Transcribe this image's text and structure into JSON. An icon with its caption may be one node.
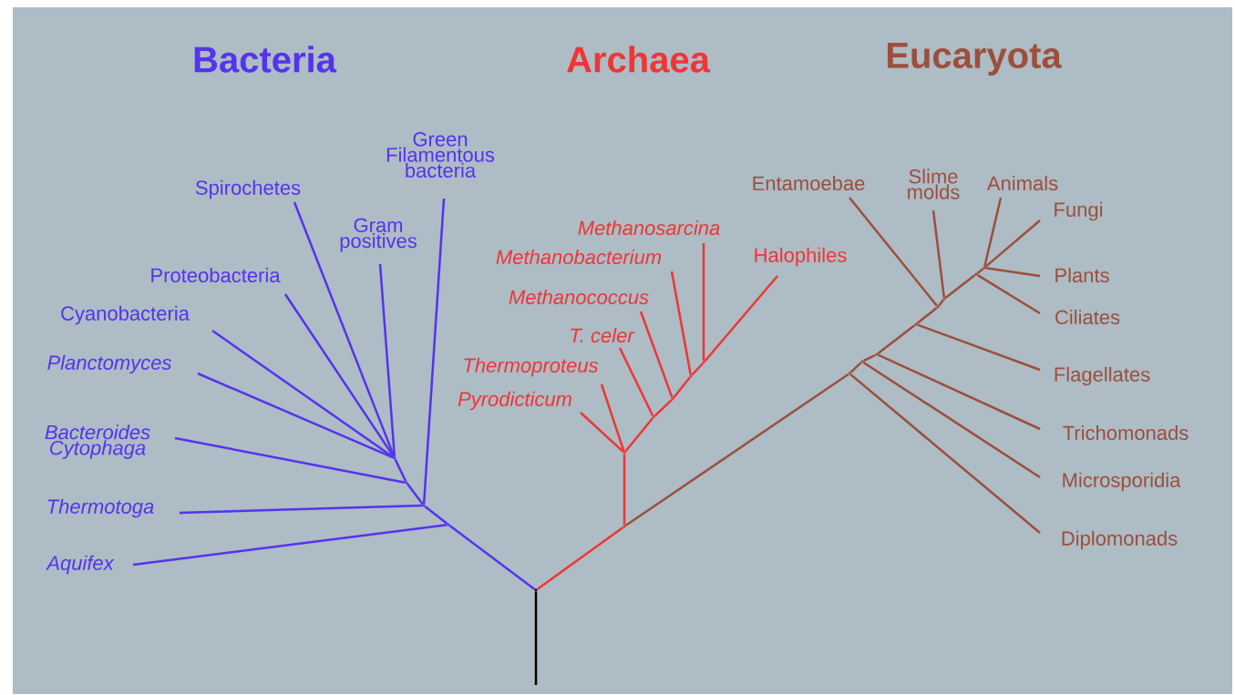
{
  "diagram": {
    "nodes": [
      {
        "text": [
          "Green Filamentous bacteria"
        ]
      },
      {
        "text": [
          "Spirochetes"
        ]
      },
      {
        "text": [
          "Gram positives"
        ]
      },
      {
        "text": [
          "Proteobacteria"
        ]
      },
      {
        "text": [
          "Cyanobacteria"
        ]
      },
      {
        "text": [
          "Planctomyces"
        ]
      },
      {
        "text": [
          "Bacteroides Cytophaga"
        ]
      },
      {
        "text": [
          "Thermotoga"
        ]
      },
      {
        "text": [
          "Aquifex"
        ]
      },
      {
        "text": [
          "Methanosarcina"
        ]
      },
      {
        "text": [
          "Methanobacterium"
        ]
      },
      {
        "text": [
          "Halophiles"
        ]
      },
      {
        "text": [
          "Methanococcus"
        ]
      },
      {
        "text": [
          "T. celer"
        ]
      },
      {
        "text": [
          "Thermoproteus"
        ]
      },
      {
        "text": [
          "Pyrodicticum"
        ]
      },
      {
        "text": [
          "Entamoebae"
        ]
      },
      {
        "text": [
          "Slime molds"
        ]
      },
      {
        "text": [
          "Animals"
        ]
      },
      {
        "text": [
          "Fungi"
        ]
      },
      {
        "text": [
          "Plants"
        ]
      },
      {
        "text": [
          "Ciliates"
        ]
      },
      {
        "text": [
          "Flagellates"
        ]
      },
      {
        "text": [
          "Trichomonads"
        ]
      },
      {
        "text": [
          "Microsporidia"
        ]
      },
      {
        "text": [
          "Diplomonads"
        ]
      },
      {
        "text": [],
        "shape": "dot"
      },
      {
        "text": [],
        "shape": "dot"
      },
      {
        "text": [],
        "shape": "dot"
      },
      {
        "text": [],
        "shape": "dot"
      },
      {
        "text": [],
        "shape": "dot"
      },
      {
        "text": [],
        "shape": "dot"
      },
      {
        "text": [],
        "shape": "dot"
      },
      {
        "text": [],
        "shape": "dot"
      },
      {
        "text": [],
        "shape": "dot"
      },
      {
        "text": [],
        "shape": "dot"
      },
      {
        "text": [],
        "shape": "dot"
      },
      {
        "text": [],
        "shape": "dot"
      },
      {
        "text": [],
        "shape": "dot"
      },
      {
        "text": [],
        "shape": "dot"
      },
      {
        "text": [],
        "shape": "dot"
      },
      {
        "text": [],
        "shape": "dot"
      },
      {
        "text": [],
        "shape": "dot"
      },
      {
        "text": [],
        "shape": "dot"
      },
      {
        "text": [],
        "shape": "dot"
      }
    ],
    "edges": [
      {
        "from": 26,
        "to": 27,
        "arrow": "none",
        "color": "#5533ee"
      },
      {
        "from": 27,
        "to": 8,
        "arrow": "none",
        "color": "#5533ee"
      },
      {
        "from": 27,
        "to": 28,
        "arrow": "none",
        "color": "#5533ee"
      },
      {
        "from": 28,
        "to": 7,
        "arrow": "none",
        "color": "#5533ee"
      },
      {
        "from": 28,
        "to": 0,
        "arrow": "none",
        "color": "#5533ee"
      },
      {
        "from": 28,
        "to": 29,
        "arrow": "none",
        "color": "#5533ee"
      },
      {
        "from": 29,
        "to": 6,
        "arrow": "none",
        "color": "#5533ee"
      },
      {
        "from": 29,
        "to": 30,
        "arrow": "none",
        "color": "#5533ee"
      },
      {
        "from": 30,
        "to": 5,
        "arrow": "none",
        "color": "#5533ee"
      },
      {
        "from": 30,
        "to": 4,
        "arrow": "none",
        "color": "#5533ee"
      },
      {
        "from": 30,
        "to": 3,
        "arrow": "none",
        "color": "#5533ee"
      },
      {
        "from": 30,
        "to": 1,
        "arrow": "none",
        "color": "#5533ee"
      },
      {
        "from": 30,
        "to": 2,
        "arrow": "none",
        "color": "#5533ee"
      },
      {
        "from": 26,
        "to": 31,
        "arrow": "none",
        "color": "#f03535"
      },
      {
        "from": 31,
        "to": 32,
        "arrow": "none",
        "color": "#f03535"
      },
      {
        "from": 32,
        "to": 15,
        "arrow": "none",
        "color": "#f03535"
      },
      {
        "from": 32,
        "to": 14,
        "arrow": "none",
        "color": "#f03535"
      },
      {
        "from": 32,
        "to": 33,
        "arrow": "none",
        "color": "#f03535"
      },
      {
        "from": 33,
        "to": 13,
        "arrow": "none",
        "color": "#f03535"
      },
      {
        "from": 33,
        "to": 34,
        "arrow": "none",
        "color": "#f03535"
      },
      {
        "from": 34,
        "to": 12,
        "arrow": "none",
        "color": "#f03535"
      },
      {
        "from": 34,
        "to": 35,
        "arrow": "none",
        "color": "#f03535"
      },
      {
        "from": 35,
        "to": 10,
        "arrow": "none",
        "color": "#f03535"
      },
      {
        "from": 35,
        "to": 36,
        "arrow": "none",
        "color": "#f03535"
      },
      {
        "from": 36,
        "to": 9,
        "arrow": "none",
        "color": "#f03535"
      },
      {
        "from": 36,
        "to": 11,
        "arrow": "none",
        "color": "#f03535"
      },
      {
        "from": 31,
        "to": 37,
        "arrow": "none",
        "color": "#9c4f3c"
      },
      {
        "from": 37,
        "to": 25,
        "arrow": "none",
        "color": "#9c4f3c"
      },
      {
        "from": 37,
        "to": 38,
        "arrow": "none",
        "color": "#9c4f3c"
      },
      {
        "from": 38,
        "to": 24,
        "arrow": "none",
        "color": "#9c4f3c"
      },
      {
        "from": 38,
        "to": 39,
        "arrow": "none",
        "color": "#9c4f3c"
      },
      {
        "from": 39,
        "to": 23,
        "arrow": "none",
        "color": "#9c4f3c"
      },
      {
        "from": 39,
        "to": 40,
        "arrow": "none",
        "color": "#9c4f3c"
      },
      {
        "from": 40,
        "to": 22,
        "arrow": "none",
        "color": "#9c4f3c"
      },
      {
        "from": 40,
        "to": 41,
        "arrow": "none",
        "color": "#9c4f3c"
      },
      {
        "from": 41,
        "to": 16,
        "arrow": "none",
        "color": "#9c4f3c"
      },
      {
        "from": 41,
        "to": 42,
        "arrow": "none",
        "color": "#9c4f3c"
      },
      {
        "from": 42,
        "to": 17,
        "arrow": "none",
        "color": "#9c4f3c"
      },
      {
        "from": 42,
        "to": 43,
        "arrow": "none",
        "color": "#9c4f3c"
      },
      {
        "from": 43,
        "to": 21,
        "arrow": "none",
        "color": "#9c4f3c"
      },
      {
        "from": 43,
        "to": 44,
        "arrow": "none",
        "color": "#9c4f3c"
      },
      {
        "from": 44,
        "to": 20,
        "arrow": "none",
        "color": "#9c4f3c"
      },
      {
        "from": 44,
        "to": 19,
        "arrow": "none",
        "color": "#9c4f3c"
      },
      {
        "from": 44,
        "to": 18,
        "arrow": "none",
        "color": "#9c4f3c"
      },
      {
        "from": null,
        "to": 26,
        "arrow": "none",
        "color": "#000000"
      }
    ],
    "labels": [
      "Bacteria",
      "Archaea",
      "Eucaryota"
    ]
  }
}
